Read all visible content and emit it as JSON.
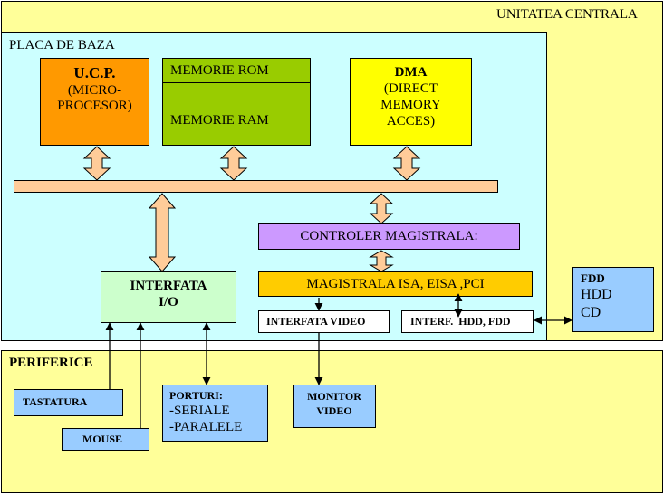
{
  "colors": {
    "central_bg": "#ffff99",
    "placa_bg": "#ccffff",
    "ucp": "#ff9900",
    "memorie": "#99cc00",
    "dma": "#ffff00",
    "bus": "#ffcc99",
    "controler": "#cc99ff",
    "magistrala": "#ffcc00",
    "interfata_io": "#ccffcc",
    "device": "#99ccff",
    "white": "#ffffff"
  },
  "unitatea_centrala": {
    "title": "UNITATEA CENTRALA"
  },
  "placa_de_baza": {
    "title": "PLACA DE BAZA",
    "ucp": {
      "title": "U.C.P.",
      "line1": "(MICRO-",
      "line2": "PROCESOR)"
    },
    "memorie": {
      "rom": "MEMORIE ROM",
      "ram": "MEMORIE RAM"
    },
    "dma": {
      "title": "DMA",
      "line1": "(DIRECT",
      "line2": "MEMORY",
      "line3": "ACCES)"
    },
    "controler": "CONTROLER MAGISTRALA:",
    "magistrala": "MAGISTRALA ISA, EISA ,PCI",
    "interfata_io": {
      "line1": "INTERFATA",
      "line2": "I/O"
    },
    "interfata_video": "INTERFATA VIDEO",
    "interf_hdd": "INTERF.  HDD, FDD"
  },
  "storage": {
    "line1": "FDD",
    "line2": "HDD",
    "line3": "CD"
  },
  "periferice": {
    "title": "PERIFERICE",
    "tastatura": "TASTATURA",
    "mouse": "MOUSE",
    "porturi": {
      "title": "PORTURI:",
      "line1": "-SERIALE",
      "line2": "-PARALELE"
    },
    "monitor": {
      "line1": "MONITOR",
      "line2": "VIDEO"
    }
  }
}
